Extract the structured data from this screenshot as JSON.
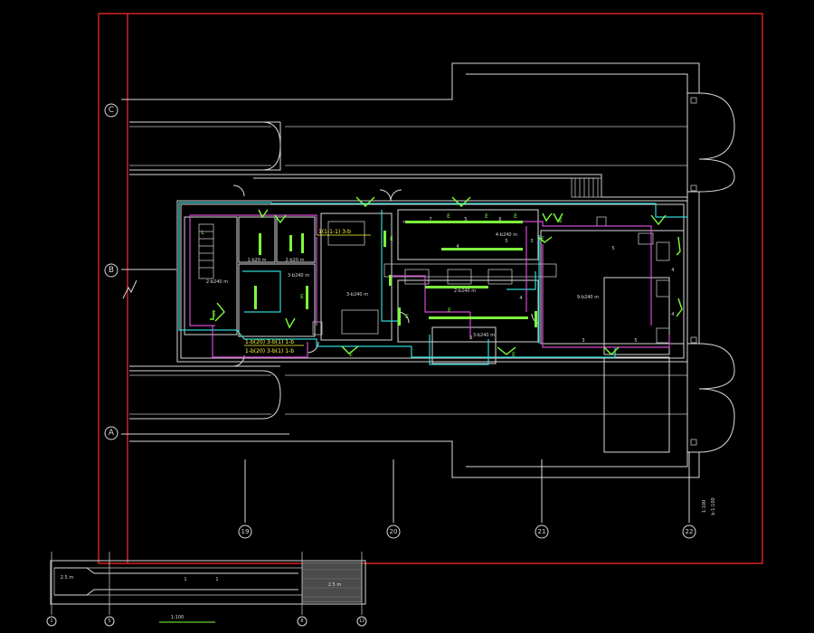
{
  "axes": {
    "rows": [
      "C",
      "B",
      "A"
    ],
    "cols": [
      "19",
      "20",
      "21",
      "22"
    ],
    "inset_cols": [
      "1",
      "5",
      "8",
      "12"
    ]
  },
  "rooms": {
    "stair": "2-b240 m",
    "small_a": "1-b20 m",
    "small_b": "2-b20 m",
    "mid_left": "3-b240 m",
    "big_left": "3-b240 m",
    "upper_room": "4-b240 m",
    "mid_room": "2-b240 m",
    "lower_room": "3-b240 m",
    "right_room": "9-b240 m"
  },
  "yellow_notes": {
    "top_note": "1(1-1-1) 3-b",
    "bottom_note_1": "1-b(20) 3-b(1) 1-b",
    "bottom_note_2": "1-b(20) 3-b(1) 1-b"
  },
  "duct_labels": {
    "e": "E",
    "l": "L",
    "s": "S",
    "num4": "4",
    "num5": "5",
    "num3": "3",
    "num7": "7",
    "num6": "6"
  },
  "inset": {
    "title": "1:100",
    "note_left": "2.5 m",
    "note_mid_1": "1",
    "note_mid_2": "1",
    "note_right": "2.5 m"
  },
  "side_note": {
    "line1": "1:100",
    "line2": "b-1:100"
  }
}
